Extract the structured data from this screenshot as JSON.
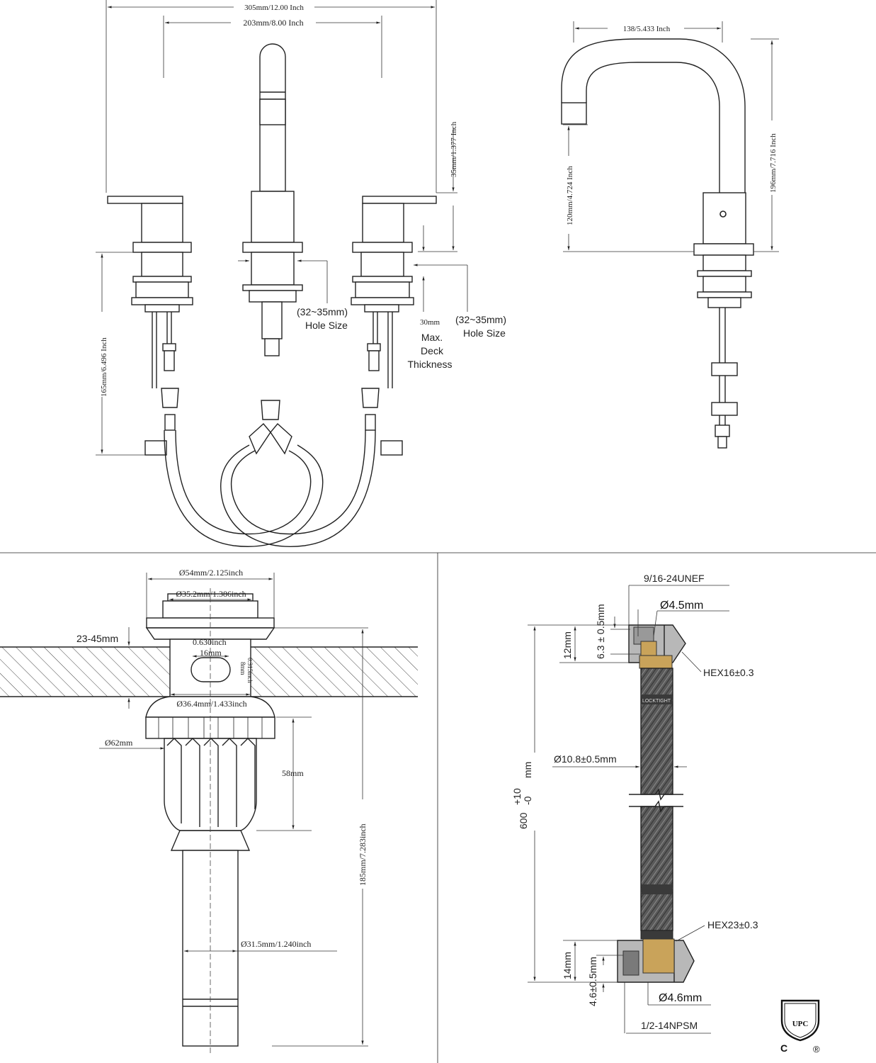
{
  "faucet_front": {
    "overall_width": "305mm/12.00 Inch",
    "center_spread": "203mm/8.00 Inch",
    "handle_height": "35mm/1.377 Inch",
    "below_deck": "165mm/6.496 Inch",
    "hole_size_center_a": "(32~35mm)",
    "hole_size_center_b": "Hole Size",
    "hole_size_right_a": "(32~35mm)",
    "hole_size_right_b": "Hole Size",
    "deck_1": "30mm",
    "deck_2": "Max.",
    "deck_3": "Deck",
    "deck_4": "Thickness"
  },
  "faucet_side": {
    "spout_reach": "138/5.433 Inch",
    "spout_height": "120mm/4.724 Inch",
    "total_height": "196mm/7.716 Inch"
  },
  "drain": {
    "flange_dia": "Ø54mm/2.125inch",
    "cap_dia": "Ø35.2mm/1.386inch",
    "thickness": "23-45mm",
    "neck": "0.630inch",
    "slot_w": "16mm",
    "slot_h_mm": "8mm",
    "slot_h_in": "0.315inch",
    "body_dia": "Ø36.4mm/1.433inch",
    "nut_dia": "Ø62mm",
    "thread_len": "58mm",
    "total_len": "185mm/7.283inch",
    "tail_dia": "Ø31.5mm/1.240inch"
  },
  "hose": {
    "thread_top": "9/16-24UNEF",
    "bore_top": "Ø4.5mm",
    "depth_top": "6.3 ± 0.5mm",
    "nut_top_len": "12mm",
    "hex_top": "HEX16±0.3",
    "hose_dia": "Ø10.8±0.5mm",
    "length_base": "600",
    "length_tol_plus": "+10",
    "length_tol_minus": "-0",
    "length_unit": "mm",
    "hex_bottom": "HEX23±0.3",
    "nut_bottom_len": "14mm",
    "depth_bottom": "4.6±0.5mm",
    "bore_bottom": "Ø4.6mm",
    "thread_bottom": "1/2-14NPSM",
    "braid_print": "LOCKTIGHT"
  },
  "cert": {
    "mark": "UPC",
    "c_letter": "C",
    "reg": "®"
  },
  "colors": {
    "line": "#222222",
    "hose_braid": "#555555",
    "hose_dark": "#3a3a3a",
    "brass": "#c9a35a"
  }
}
